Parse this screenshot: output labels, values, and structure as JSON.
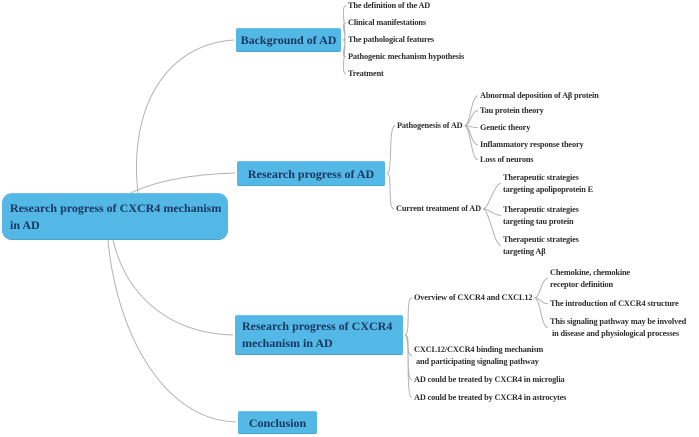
{
  "map": {
    "root": {
      "line1": "Research progress of CXCR4 mechanism",
      "line2": "in AD"
    },
    "branch_background": {
      "label": "Background of AD",
      "leaves": [
        "The definition of the AD",
        "Clinical manifestations",
        "The pathological features",
        "Pathogenic mechanism hypothesis",
        "Treatment"
      ]
    },
    "branch_progress": {
      "label": "Research progress of AD",
      "pathogenesis": {
        "label": "Pathogenesis of AD",
        "leaves": [
          "Abnormal deposition of Aβ protein",
          "Tau protein theory",
          "Genetic theory",
          "Inflammatory response theory",
          "Loss of neurons"
        ]
      },
      "treatment": {
        "label": "Current treatment of AD",
        "leaves": [
          {
            "line1": "Therapeutic strategies",
            "line2": "targeting apolipoprotein E"
          },
          {
            "line1": "Therapeutic strategies",
            "line2": "targeting tau protein"
          },
          {
            "line1": "Therapeutic strategies",
            "line2": "targeting Aβ"
          }
        ]
      }
    },
    "branch_cxcr4": {
      "line1": "Research progress of CXCR4",
      "line2": "mechanism in AD",
      "overview": {
        "label": "Overview of CXCR4 and CXCL12",
        "leaves": [
          {
            "line1": "Chemokine, chemokine",
            "line2": "receptor definition"
          },
          {
            "line1": "The introduction of CXCR4 structure"
          },
          {
            "line1": "This signaling pathway may be involved",
            "line2": "in disease and physiological processes"
          }
        ]
      },
      "binding": {
        "line1": "CXCL12/CXCR4 binding mechanism",
        "line2": "and participating signaling pathway"
      },
      "microglia": "AD could be treated by CXCR4 in microglia",
      "astrocytes": "AD could be treated by CXCR4 in astrocytes"
    },
    "branch_conclusion": {
      "label": "Conclusion"
    }
  },
  "colors": {
    "node_fill": "#53b8e6",
    "node_text": "#17375e",
    "leaf_text": "#2e2e2e",
    "connector": "#b3b3b3",
    "background": "#ffffff"
  }
}
